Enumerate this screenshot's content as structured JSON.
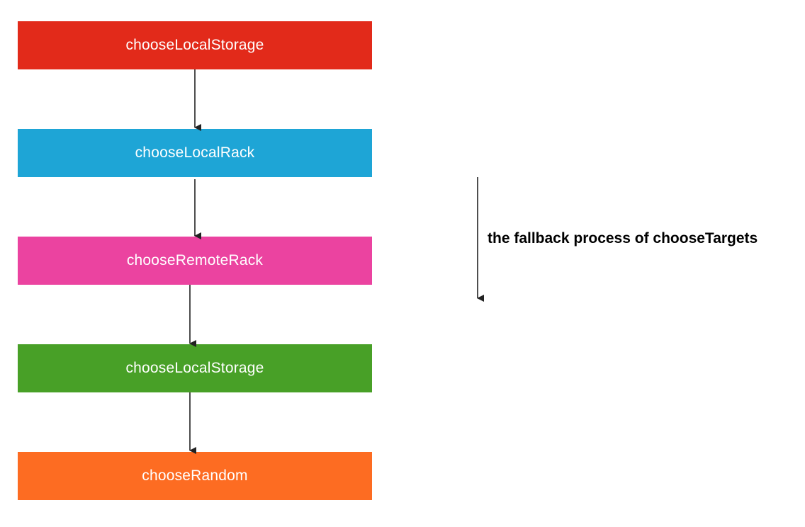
{
  "steps": [
    {
      "label": "chooseLocalStorage",
      "color": "#e22a1a"
    },
    {
      "label": "chooseLocalRack",
      "color": "#1ea5d6"
    },
    {
      "label": "chooseRemoteRack",
      "color": "#eb43a0"
    },
    {
      "label": "chooseLocalStorage",
      "color": "#48a027"
    },
    {
      "label": "chooseRandom",
      "color": "#fd6c22"
    }
  ],
  "caption": "the fallback process of chooseTargets",
  "line_color": "#222222"
}
